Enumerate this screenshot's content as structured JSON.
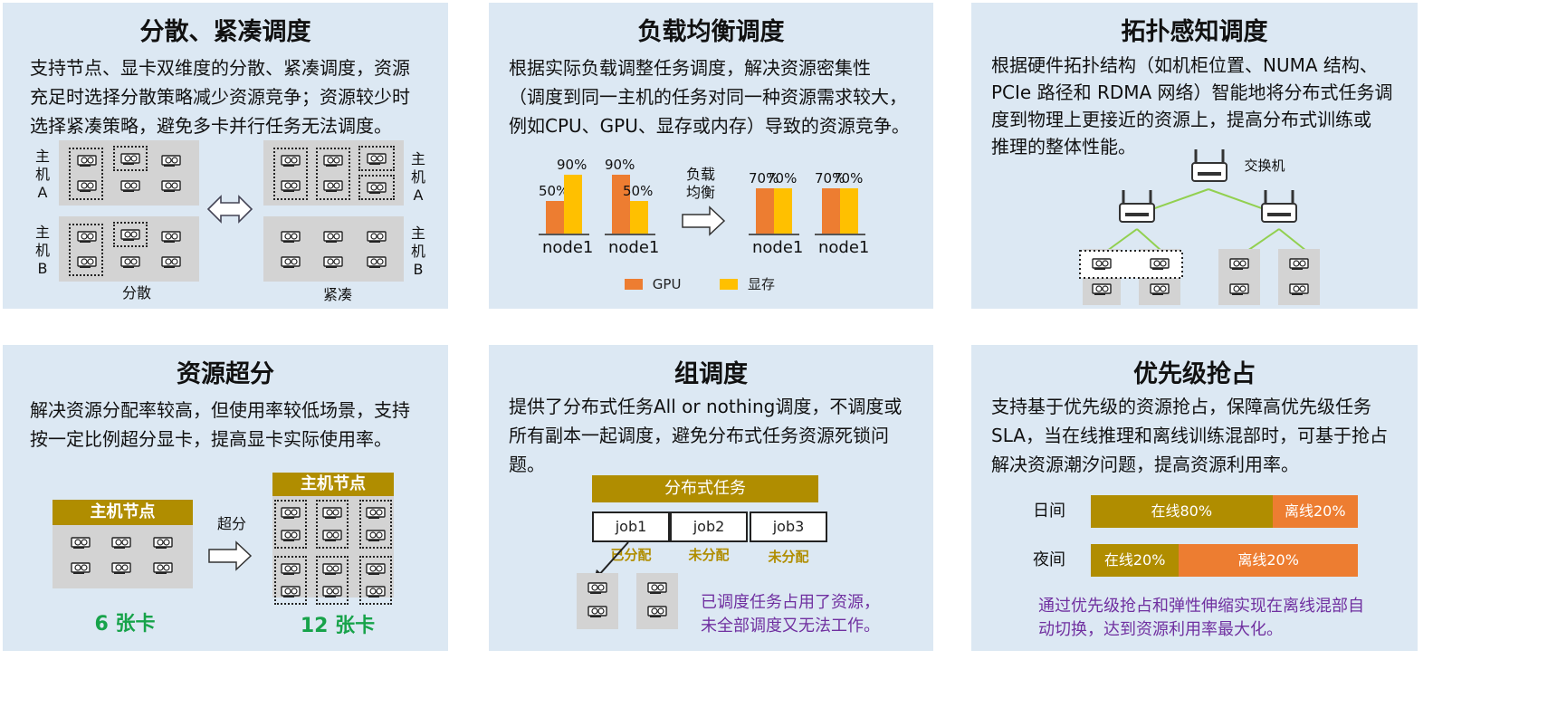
{
  "panels": {
    "p1": {
      "title": "分散、紧凑调度",
      "desc": [
        "支持节点、显卡双维度的分散、紧凑调度，资源",
        "充足时选择分散策略减少资源竞争；资源较少时",
        "选择紧凑策略，避免多卡并行任务无法调度。"
      ],
      "host_a": [
        "主",
        "机",
        "A"
      ],
      "host_b": [
        "主",
        "机",
        "B"
      ],
      "label_spread": "分散",
      "label_compact": "紧凑"
    },
    "p2": {
      "title": "负载均衡调度",
      "desc": [
        "根据实际负载调整任务调度，解决资源密集性",
        "（调度到同一主机的任务对同一种资源需求较大，",
        "例如CPU、GPU、显存或内存）导致的资源竞争。"
      ],
      "arrow_label": [
        "负载",
        "均衡"
      ],
      "legend_gpu": "GPU",
      "legend_mem": "显存",
      "colors": {
        "gpu": "#ed7d31",
        "mem": "#ffc000"
      }
    },
    "p3": {
      "title": "拓扑感知调度",
      "desc": [
        "根据硬件拓扑结构（如机柜位置、NUMA 结构、",
        "PCIe 路径和 RDMA 网络）智能地将分布式任务调",
        "度到物理上更接近的资源上，提高分布式训练或",
        "推理的整体性能。"
      ],
      "switch_label": "交换机"
    },
    "p4": {
      "title": "资源超分",
      "desc": [
        "解决资源分配率较高，但使用率较低场景，支持",
        "按一定比例超分显卡，提高显卡实际使用率。"
      ],
      "host_node_left": "主机节点",
      "host_node_right": "主机节点",
      "arrow_label": "超分",
      "count_left": "6 张卡",
      "count_right": "12 张卡"
    },
    "p5": {
      "title": "组调度",
      "desc": [
        "提供了分布式任务All  or  nothing调度，不调度或",
        "所有副本一起调度，避免分布式任务资源死锁问",
        "题。"
      ],
      "task_header": "分布式任务",
      "jobs": [
        {
          "name": "job1",
          "status": "已分配"
        },
        {
          "name": "job2",
          "status": "未分配"
        },
        {
          "name": "job3",
          "status": "未分配"
        }
      ],
      "note": [
        "已调度任务占用了资源，",
        "未全部调度又无法工作。"
      ]
    },
    "p6": {
      "title": "优先级抢占",
      "desc": [
        "支持基于优先级的资源抢占，保障高优先级任务",
        "SLA，当在线推理和离线训练混部时，可基于抢占",
        "解决资源潮汐问题，提高资源利用率。"
      ],
      "rows": [
        {
          "label": "日间",
          "online": "在线80%",
          "offline": "离线20%",
          "online_frac": 0.68
        },
        {
          "label": "夜间",
          "online": "在线20%",
          "offline": "离线20%",
          "online_frac": 0.33
        }
      ],
      "note": [
        "通过优先级抢占和弹性伸缩实现在离线混部自",
        "动切换，达到资源利用率最大化。"
      ]
    }
  },
  "chart_data": {
    "type": "bar",
    "categories": [
      "node1",
      "node1",
      "node1",
      "node1"
    ],
    "series": [
      {
        "name": "GPU",
        "values": [
          50,
          90,
          70,
          70
        ]
      },
      {
        "name": "显存",
        "values": [
          90,
          50,
          70,
          70
        ]
      }
    ],
    "data_labels": [
      [
        "50%",
        "90%"
      ],
      [
        "90%",
        "50%"
      ],
      [
        "70%",
        "70%"
      ],
      [
        "70%",
        "70%"
      ]
    ],
    "ylim": [
      0,
      100
    ],
    "legend": "bottom"
  }
}
